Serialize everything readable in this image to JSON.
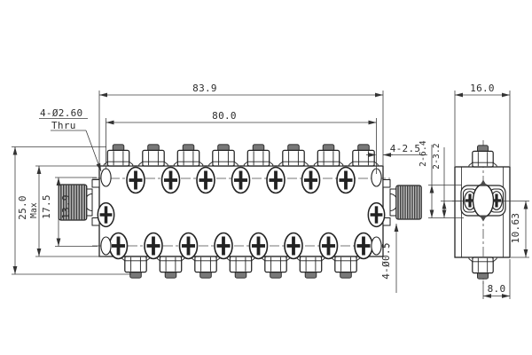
{
  "drawing": {
    "front_view": {
      "overall_length": "83.9",
      "hole_spacing": "80.0",
      "hole_callout": "4-Ø2.60",
      "hole_callout_note": "Thru",
      "edge_offset": "4-2.5",
      "max_height": "25.0",
      "max_height_qualifier": "Max",
      "body_height": "17.5",
      "row_spacing": "13.9",
      "pin_callout": "4-Ø0.5"
    },
    "side_view": {
      "depth": "16.0",
      "flange_spacing": "2-6.4",
      "flange_dia": "2-3.2",
      "center_height": "10.63",
      "half_depth": "8.0"
    }
  }
}
